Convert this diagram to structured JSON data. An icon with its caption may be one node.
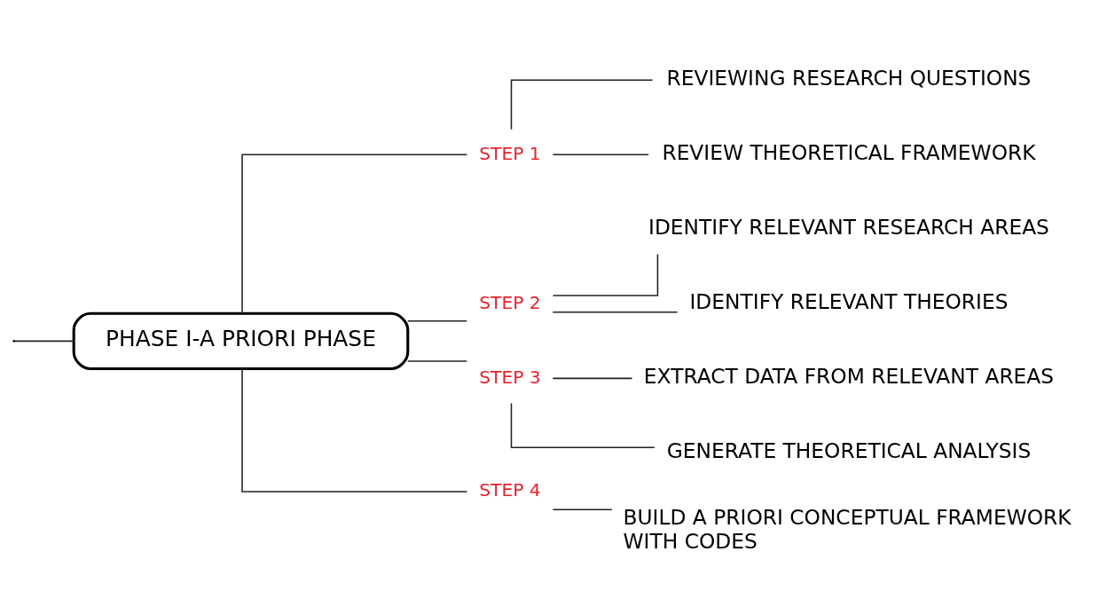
{
  "diagram": {
    "nodes": [
      {
        "text": [
          "PHASE I-A PRIORI PHASE"
        ]
      },
      {
        "text": [
          "STEP 1"
        ]
      },
      {
        "text": [
          "REVIEWING RESEARCH QUESTIONS"
        ]
      },
      {
        "text": [
          "REVIEW THEORETICAL FRAMEWORK"
        ]
      },
      {
        "text": [
          "STEP 2"
        ]
      },
      {
        "text": [
          "IDENTIFY RELEVANT RESEARCH AREAS"
        ]
      },
      {
        "text": [
          "IDENTIFY RELEVANT THEORIES"
        ]
      },
      {
        "text": [
          "STEP 3"
        ]
      },
      {
        "text": [
          "EXTRACT DATA FROM RELEVANT AREAS"
        ]
      },
      {
        "text": [
          "GENERATE THEORETICAL ANALYSIS"
        ]
      },
      {
        "text": [
          "STEP 4"
        ]
      },
      {
        "text": [
          "BUILD A PRIORI CONCEPTUAL FRAMEWORK WITH CODES"
        ]
      }
    ],
    "edges": [
      {
        "from": null,
        "to": 0,
        "arrow": "none"
      },
      {
        "from": 0,
        "to": 1,
        "arrow": "none"
      },
      {
        "from": 0,
        "to": 4,
        "arrow": "none"
      },
      {
        "from": 0,
        "to": 7,
        "arrow": "none"
      },
      {
        "from": 0,
        "to": 10,
        "arrow": "none"
      },
      {
        "from": 1,
        "to": 2,
        "arrow": "none"
      },
      {
        "from": 1,
        "to": 3,
        "arrow": "none"
      },
      {
        "from": 4,
        "to": 5,
        "arrow": "none"
      },
      {
        "from": 4,
        "to": 6,
        "arrow": "none"
      },
      {
        "from": 7,
        "to": 8,
        "arrow": "none"
      },
      {
        "from": 7,
        "to": 9,
        "arrow": "none"
      },
      {
        "from": 10,
        "to": 11,
        "arrow": "none"
      }
    ]
  }
}
